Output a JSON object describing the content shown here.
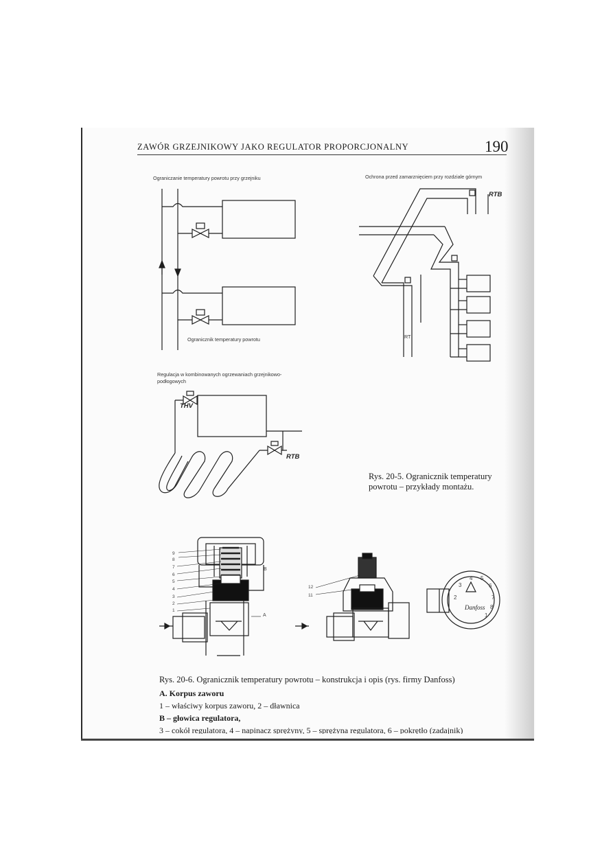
{
  "header": {
    "title": "ZAWÓR GRZEJNIKOWY JAKO REGULATOR PROPORCJONALNY",
    "page_number": "190"
  },
  "figure_20_5": {
    "diagram1_caption": "Ograniczanie temperatury powrotu przy grzejniku",
    "diagram1_sublabel": "Ogranicznik temperatury powrotu",
    "diagram2_caption": "Ochrona przed zamarznięciem przy rozdziale górnym",
    "diagram2_label_rtb": "RTB",
    "diagram2_label_rt": "RT",
    "diagram3_caption_line1": "Regulacja w kombinowanych ogrzewaniach grzejnikowo-",
    "diagram3_caption_line2": "podłogowych",
    "diagram3_label_thv": "THV",
    "diagram3_label_rtb": "RTB",
    "caption_prefix": "Rys. 20-5.",
    "caption_line1": "Ogranicznik temperatury",
    "caption_line2": "powrotu – przykłady montażu."
  },
  "figure_20_6": {
    "left_numbers": [
      "9",
      "8",
      "7",
      "6",
      "5",
      "4",
      "3",
      "2",
      "1"
    ],
    "label_b": "B",
    "label_a": "A",
    "mid_numbers": [
      "12",
      "11"
    ],
    "dial_numbers": [
      "1",
      "2",
      "3",
      "4",
      "5",
      "6",
      "7",
      "8"
    ],
    "dial_brand": "Danfoss"
  },
  "text": {
    "caption_prefix": "Rys. 20-6.",
    "caption_rest": "Ogranicznik temperatury powrotu – konstrukcja i opis (rys. firmy Danfoss)",
    "section_a": "A. Korpus zaworu",
    "line_a": "1 – właściwy korpus zaworu, 2 – dławnica",
    "section_b": "B – głowica regulatora,",
    "line_b_partial": "3 – cokół regulatora, 4 – napinacz sprężyny, 5 – sprężyna regulatora, 6 – pokrętło (zadajnik)"
  }
}
